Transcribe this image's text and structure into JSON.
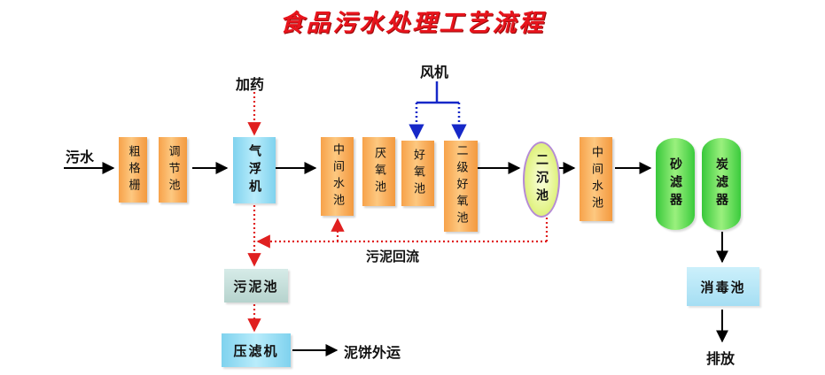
{
  "title": "食品污水处理工艺流程",
  "labels": {
    "wastewater_in": "污水",
    "dosing": "加药",
    "blower": "风机",
    "sludge_return": "污泥回流",
    "sludge_cake": "泥饼外运",
    "discharge": "排放"
  },
  "units": {
    "coarse_screen": "粗格栅",
    "equalization_tank": "调节池",
    "air_flotation": "气浮机",
    "intermediate_tank_1": "中间水池",
    "anoxic_tank": "厌氧池",
    "aerobic_tank": "好氧池",
    "secondary_aerobic_tank": "二级好氧池",
    "secondary_clarifier": "二沉池",
    "intermediate_tank_2": "中间水池",
    "sand_filter": "砂滤器",
    "carbon_filter": "炭滤器",
    "sludge_tank": "污泥池",
    "filter_press": "压滤机",
    "disinfection_tank": "消毒池"
  },
  "colors": {
    "title": "#e8141c",
    "process_flow": "#000000",
    "dosing_and_sludge": "#e02020",
    "air_supply": "#1628c8",
    "tank_orange": "#fbb868",
    "flotation_cyan": "#9fe0f5",
    "filter_green": "#5ad64a"
  }
}
